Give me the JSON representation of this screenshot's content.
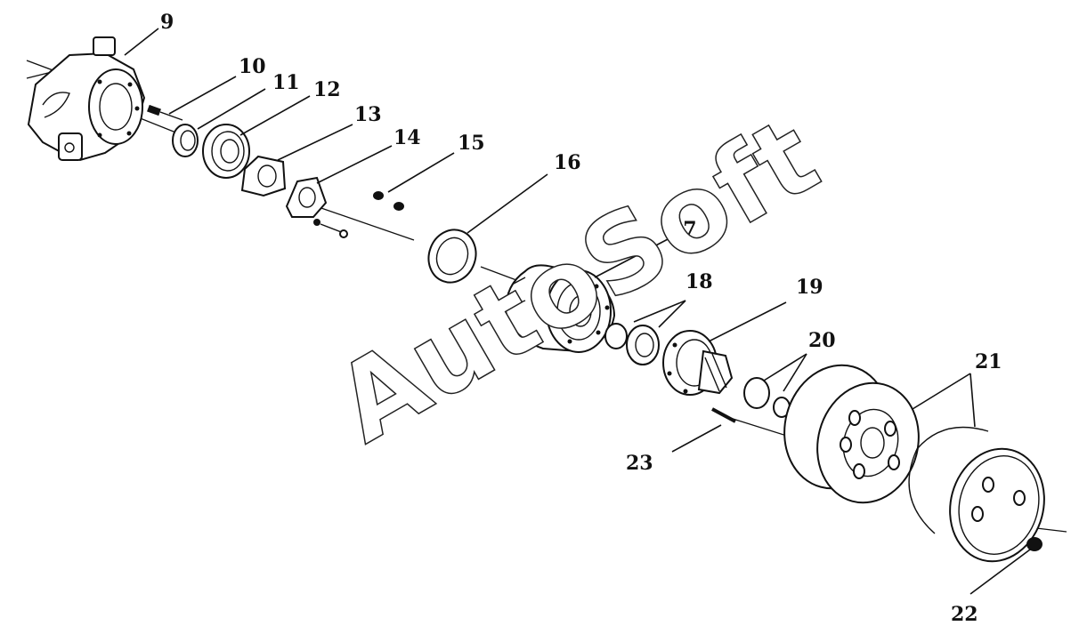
{
  "diagram": {
    "part_labels": [
      "9",
      "10",
      "11",
      "12",
      "13",
      "14",
      "15",
      "16",
      "17",
      "18",
      "19",
      "20",
      "21",
      "22",
      "23"
    ],
    "watermark": "AutoSoft"
  }
}
